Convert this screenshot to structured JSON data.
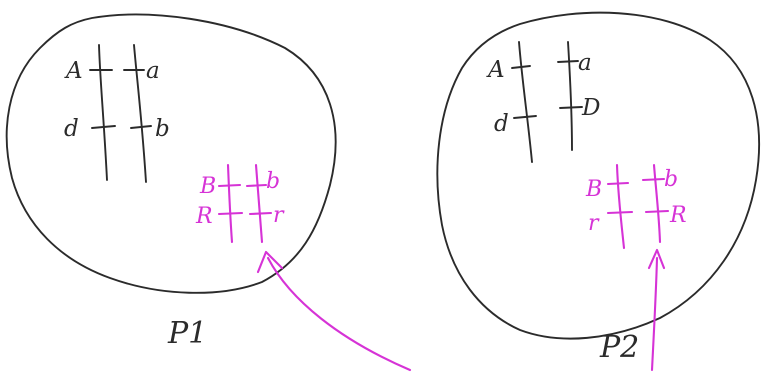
{
  "colors": {
    "ink": "#2b2b2b",
    "magenta": "#d633d6",
    "background": "#ffffff"
  },
  "cells": [
    {
      "caption": "P1",
      "black_chromosomes": {
        "left_labels": [
          "A",
          "d"
        ],
        "right_labels": [
          "a",
          "b"
        ]
      },
      "magenta_chromosomes": {
        "left_labels": [
          "B",
          "R"
        ],
        "right_labels": [
          "b",
          "r"
        ]
      }
    },
    {
      "caption": "P2",
      "black_chromosomes": {
        "left_labels": [
          "A",
          "d"
        ],
        "right_labels": [
          "a",
          "D"
        ]
      },
      "magenta_chromosomes": {
        "left_labels": [
          "B",
          "r"
        ],
        "right_labels": [
          "b",
          "R"
        ]
      }
    }
  ]
}
